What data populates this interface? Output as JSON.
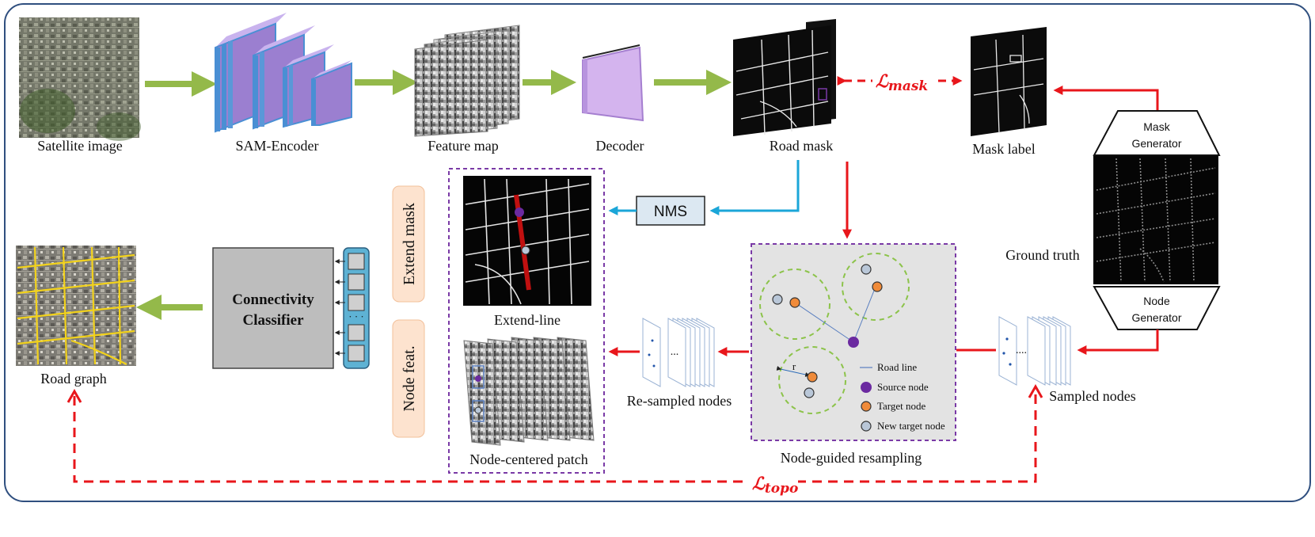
{
  "labels": {
    "satellite_image": "Satellite image",
    "sam_encoder": "SAM-Encoder",
    "feature_map": "Feature map",
    "decoder": "Decoder",
    "road_mask": "Road mask",
    "mask_label": "Mask label",
    "loss_mask": "ℒ",
    "loss_mask_sub": "mask",
    "mask_generator_line1": "Mask",
    "mask_generator_line2": "Generator",
    "ground_truth": "Ground truth",
    "node_generator_line1": "Node",
    "node_generator_line2": "Generator",
    "nms": "NMS",
    "extend_mask": "Extend mask",
    "node_feat": "Node feat.",
    "extend_line": "Extend-line",
    "node_centered_patch": "Node-centered patch",
    "connectivity_classifier_line1": "Connectivity",
    "connectivity_classifier_line2": "Classifier",
    "road_graph": "Road graph",
    "re_sampled_nodes": "Re-sampled nodes",
    "node_guided_resampling": "Node-guided resampling",
    "sampled_nodes": "Sampled nodes",
    "loss_topo": "ℒ",
    "loss_topo_sub": "topo",
    "radius": "r",
    "classifier_dots": "· · ·",
    "stack_dots_resampled": "...",
    "stack_dots_sampled": "...."
  },
  "legend": {
    "road_line": "Road line",
    "source_node": "Source node",
    "target_node": "Target node",
    "new_target_node": "New target node"
  },
  "colors": {
    "frame": "#2f4f7f",
    "green_arrow": "#94b94a",
    "red": "#e8161b",
    "blue_arrow": "#1ba6d8",
    "purple_dash": "#7a3aa6",
    "encoder_purple": "#9b7fd0",
    "encoder_blue": "#4a8fd4",
    "decoder": "#d4b4ee",
    "source_node": "#6b2aa0",
    "target_node": "#f08b3a",
    "new_target_node": "#b9c7d8",
    "peach": "#fde3cf",
    "classifier_gray": "#bdbdbd",
    "classifier_bar": "#5eb2d4",
    "nms_fill": "#dce8f2",
    "resample_bg": "#e3e3e3"
  }
}
